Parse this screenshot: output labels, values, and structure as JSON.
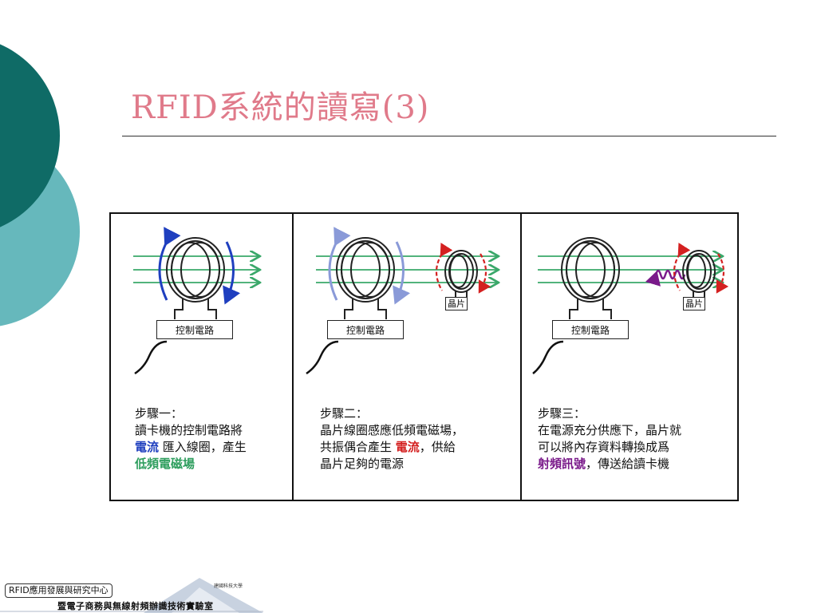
{
  "slide": {
    "title": "RFID系統的讀寫(3)"
  },
  "panels": [
    {
      "box_label": "控制電路",
      "chip_label": "",
      "lines": [
        {
          "parts": [
            {
              "text": "步驟一：",
              "style": ""
            }
          ]
        },
        {
          "parts": [
            {
              "text": "讀卡機的控制電路將",
              "style": ""
            }
          ]
        },
        {
          "parts": [
            {
              "text": "電流",
              "style": "blue"
            },
            {
              "text": " 匯入線圈，產生",
              "style": ""
            }
          ]
        },
        {
          "parts": [
            {
              "text": "低頻電磁場",
              "style": "green"
            }
          ]
        }
      ]
    },
    {
      "box_label": "控制電路",
      "chip_label": "晶片",
      "lines": [
        {
          "parts": [
            {
              "text": "步驟二：",
              "style": ""
            }
          ]
        },
        {
          "parts": [
            {
              "text": "晶片線圈感應低頻電磁場，",
              "style": ""
            }
          ]
        },
        {
          "parts": [
            {
              "text": "共振偶合產生 ",
              "style": ""
            },
            {
              "text": "電流",
              "style": "red"
            },
            {
              "text": "，供給",
              "style": ""
            }
          ]
        },
        {
          "parts": [
            {
              "text": "晶片足夠的電源",
              "style": ""
            }
          ]
        }
      ]
    },
    {
      "box_label": "控制電路",
      "chip_label": "晶片",
      "lines": [
        {
          "parts": [
            {
              "text": "步驟三：",
              "style": ""
            }
          ]
        },
        {
          "parts": [
            {
              "text": "在電源充分供應下，晶片就",
              "style": ""
            }
          ]
        },
        {
          "parts": [
            {
              "text": "可以將內存資料轉換成爲",
              "style": ""
            }
          ]
        },
        {
          "parts": [
            {
              "text": "射頻訊號",
              "style": "purple"
            },
            {
              "text": "，傳送給讀卡機",
              "style": ""
            }
          ]
        }
      ]
    }
  ],
  "footer": {
    "badge": "RFID應用發展與研究中心",
    "subtitle": "暨電子商務與無線射頻辦識技術實驗室",
    "university": "建國科技大學"
  },
  "colors": {
    "title": "#e07a8a",
    "deco_dark": "#0f6b66",
    "deco_light": "#66b8bc",
    "field_lines": "#3aa86a",
    "reader_current": "#1f3fbf",
    "chip_current": "#d42020",
    "rf_signal": "#7a1a8a"
  }
}
